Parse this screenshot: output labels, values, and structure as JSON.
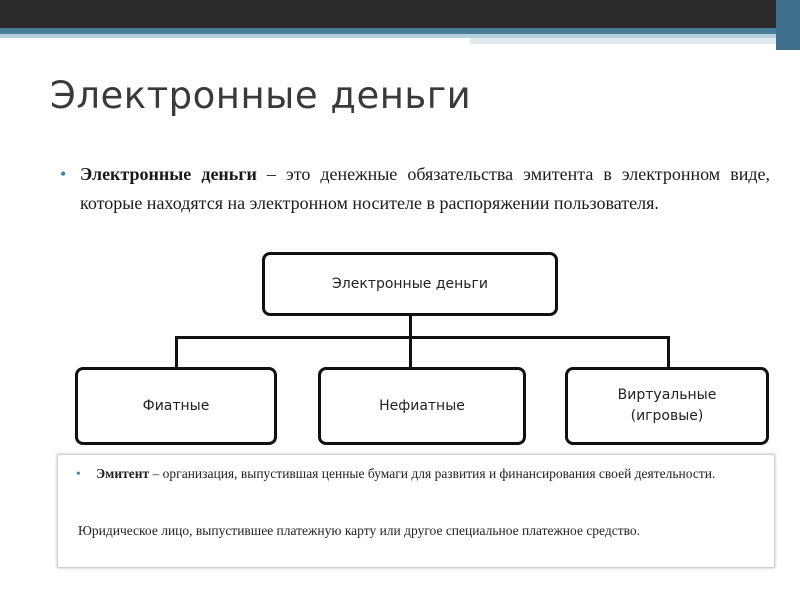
{
  "slide": {
    "title": "Электронные деньги",
    "definition": {
      "bullet": "•",
      "term": "Электронные деньги",
      "text": " – это денежные обязательства эмитента в электронном виде, которые находятся на электронном носителе в распоряжении пользователя."
    },
    "diagram": {
      "root": "Электронные деньги",
      "children": [
        "Фиатные",
        "Нефиатные",
        "Виртуальные (игровые)"
      ]
    },
    "info": {
      "bullet": "•",
      "term": "Эмитент",
      "text": " – организация, выпустившая ценные бумаги для развития и финансирования своей деятельности.",
      "note": "Юридическое лицо, выпустившее платежную карту или другое специальное платежное средство."
    }
  },
  "colors": {
    "accent": "#4a7f9c",
    "top_band": "#2b2b2b",
    "stripe_light": "#b8cfdc"
  }
}
